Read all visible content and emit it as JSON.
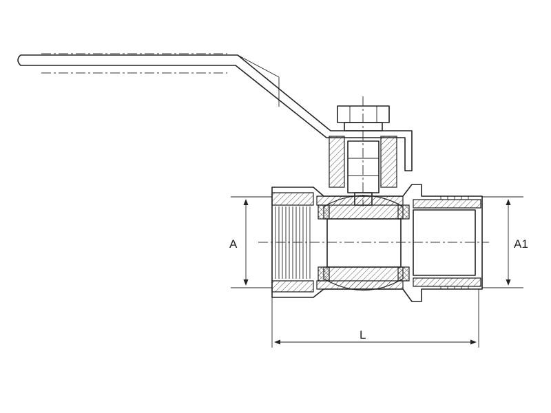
{
  "dimensions": {
    "inlet_label": "A",
    "outlet_label": "A1",
    "length_label": "L"
  }
}
